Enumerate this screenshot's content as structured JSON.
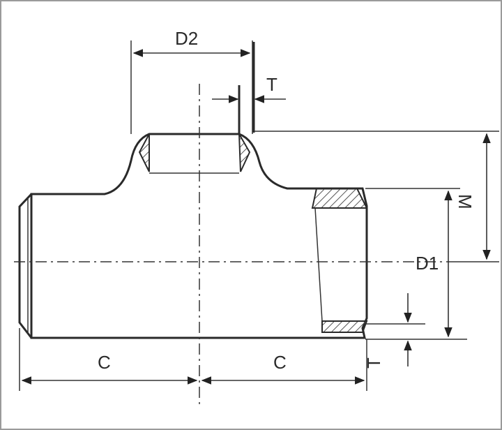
{
  "labels": {
    "d2": "D2",
    "t_top": "T",
    "m": "M",
    "d1": "D1",
    "c_left": "C",
    "c_right": "C",
    "t_bottom": "T"
  }
}
